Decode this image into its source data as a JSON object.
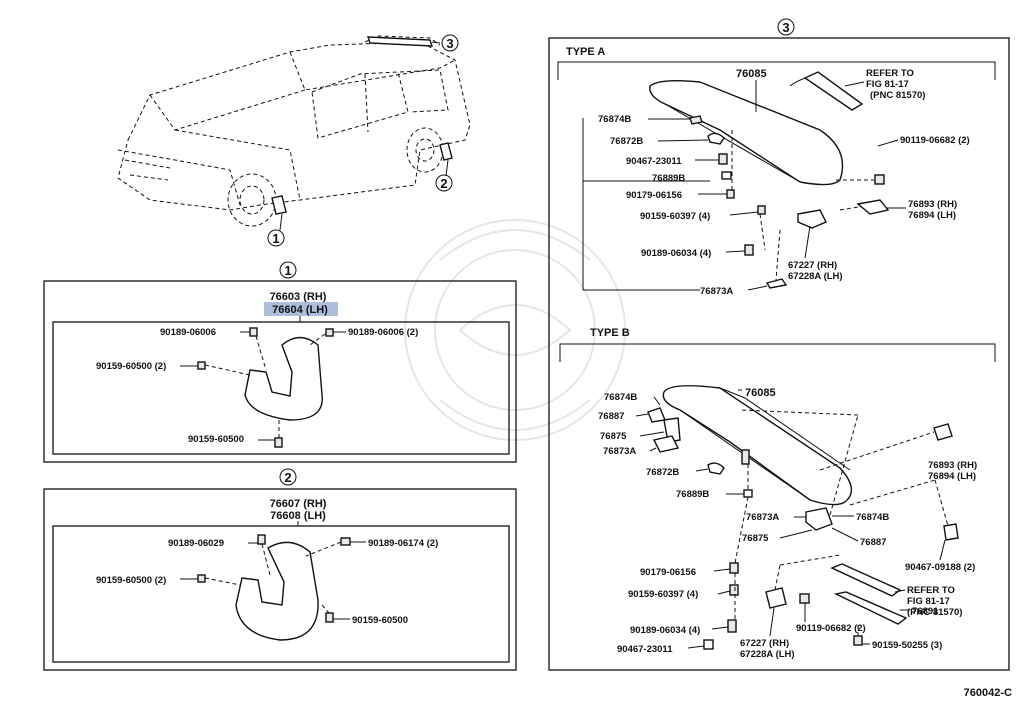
{
  "diagram_id": "760042-C",
  "circles": {
    "c1": "1",
    "c2": "2",
    "c3": "3"
  },
  "panel1": {
    "title_rh": "76603 (RH)",
    "title_lh": "76604 (LH)",
    "labels": {
      "a": "90189-06006",
      "b": "90189-06006 (2)",
      "c": "90159-60500 (2)",
      "d": "90159-60500"
    }
  },
  "panel2": {
    "title_rh": "76607 (RH)",
    "title_lh": "76608 (LH)",
    "labels": {
      "a": "90189-06029",
      "b": "90189-06174 (2)",
      "c": "90159-60500 (2)",
      "d": "90159-60500"
    }
  },
  "panel3": {
    "type_a": {
      "heading": "TYPE A",
      "main": "76085",
      "refer1": "REFER TO",
      "refer2": "FIG 81-17",
      "refer3": "(PNC 81570)",
      "p1": "76874B",
      "p2": "76872B",
      "p3": "90467-23011",
      "p4": "76889B",
      "p5": "90179-06156",
      "p6": "90159-60397 (4)",
      "p7": "90189-06034 (4)",
      "p8": "76873A",
      "p9": "90119-06682 (2)",
      "p10": "76893 (RH)",
      "p11": "76894 (LH)",
      "p12": "67227   (RH)",
      "p13": "67228A (LH)"
    },
    "type_b": {
      "heading": "TYPE B",
      "main": "76085",
      "p1": "76874B",
      "p2": "76887",
      "p3": "76875",
      "p4": "76873A",
      "p5": "76872B",
      "p6": "76889B",
      "p7": "76873A",
      "p8": "76874B",
      "p9": "76875",
      "p10": "76887",
      "p11": "76893 (RH)",
      "p12": "76894 (LH)",
      "p13": "90467-09188 (2)",
      "p14": "90179-06156",
      "p15": "90159-60397 (4)",
      "p16": "90189-06034 (4)",
      "p17": "90467-23011",
      "p18": "67227   (RH)",
      "p19": "67228A (LH)",
      "p20": "90119-06682 (2)",
      "p21": "76891",
      "p22": "90159-50255 (3)",
      "refer1": "REFER TO",
      "refer2": "FIG 81-17",
      "refer3": "(PNC 81570)"
    }
  },
  "colors": {
    "highlight": "#9fb3d6",
    "ink": "#111111"
  }
}
